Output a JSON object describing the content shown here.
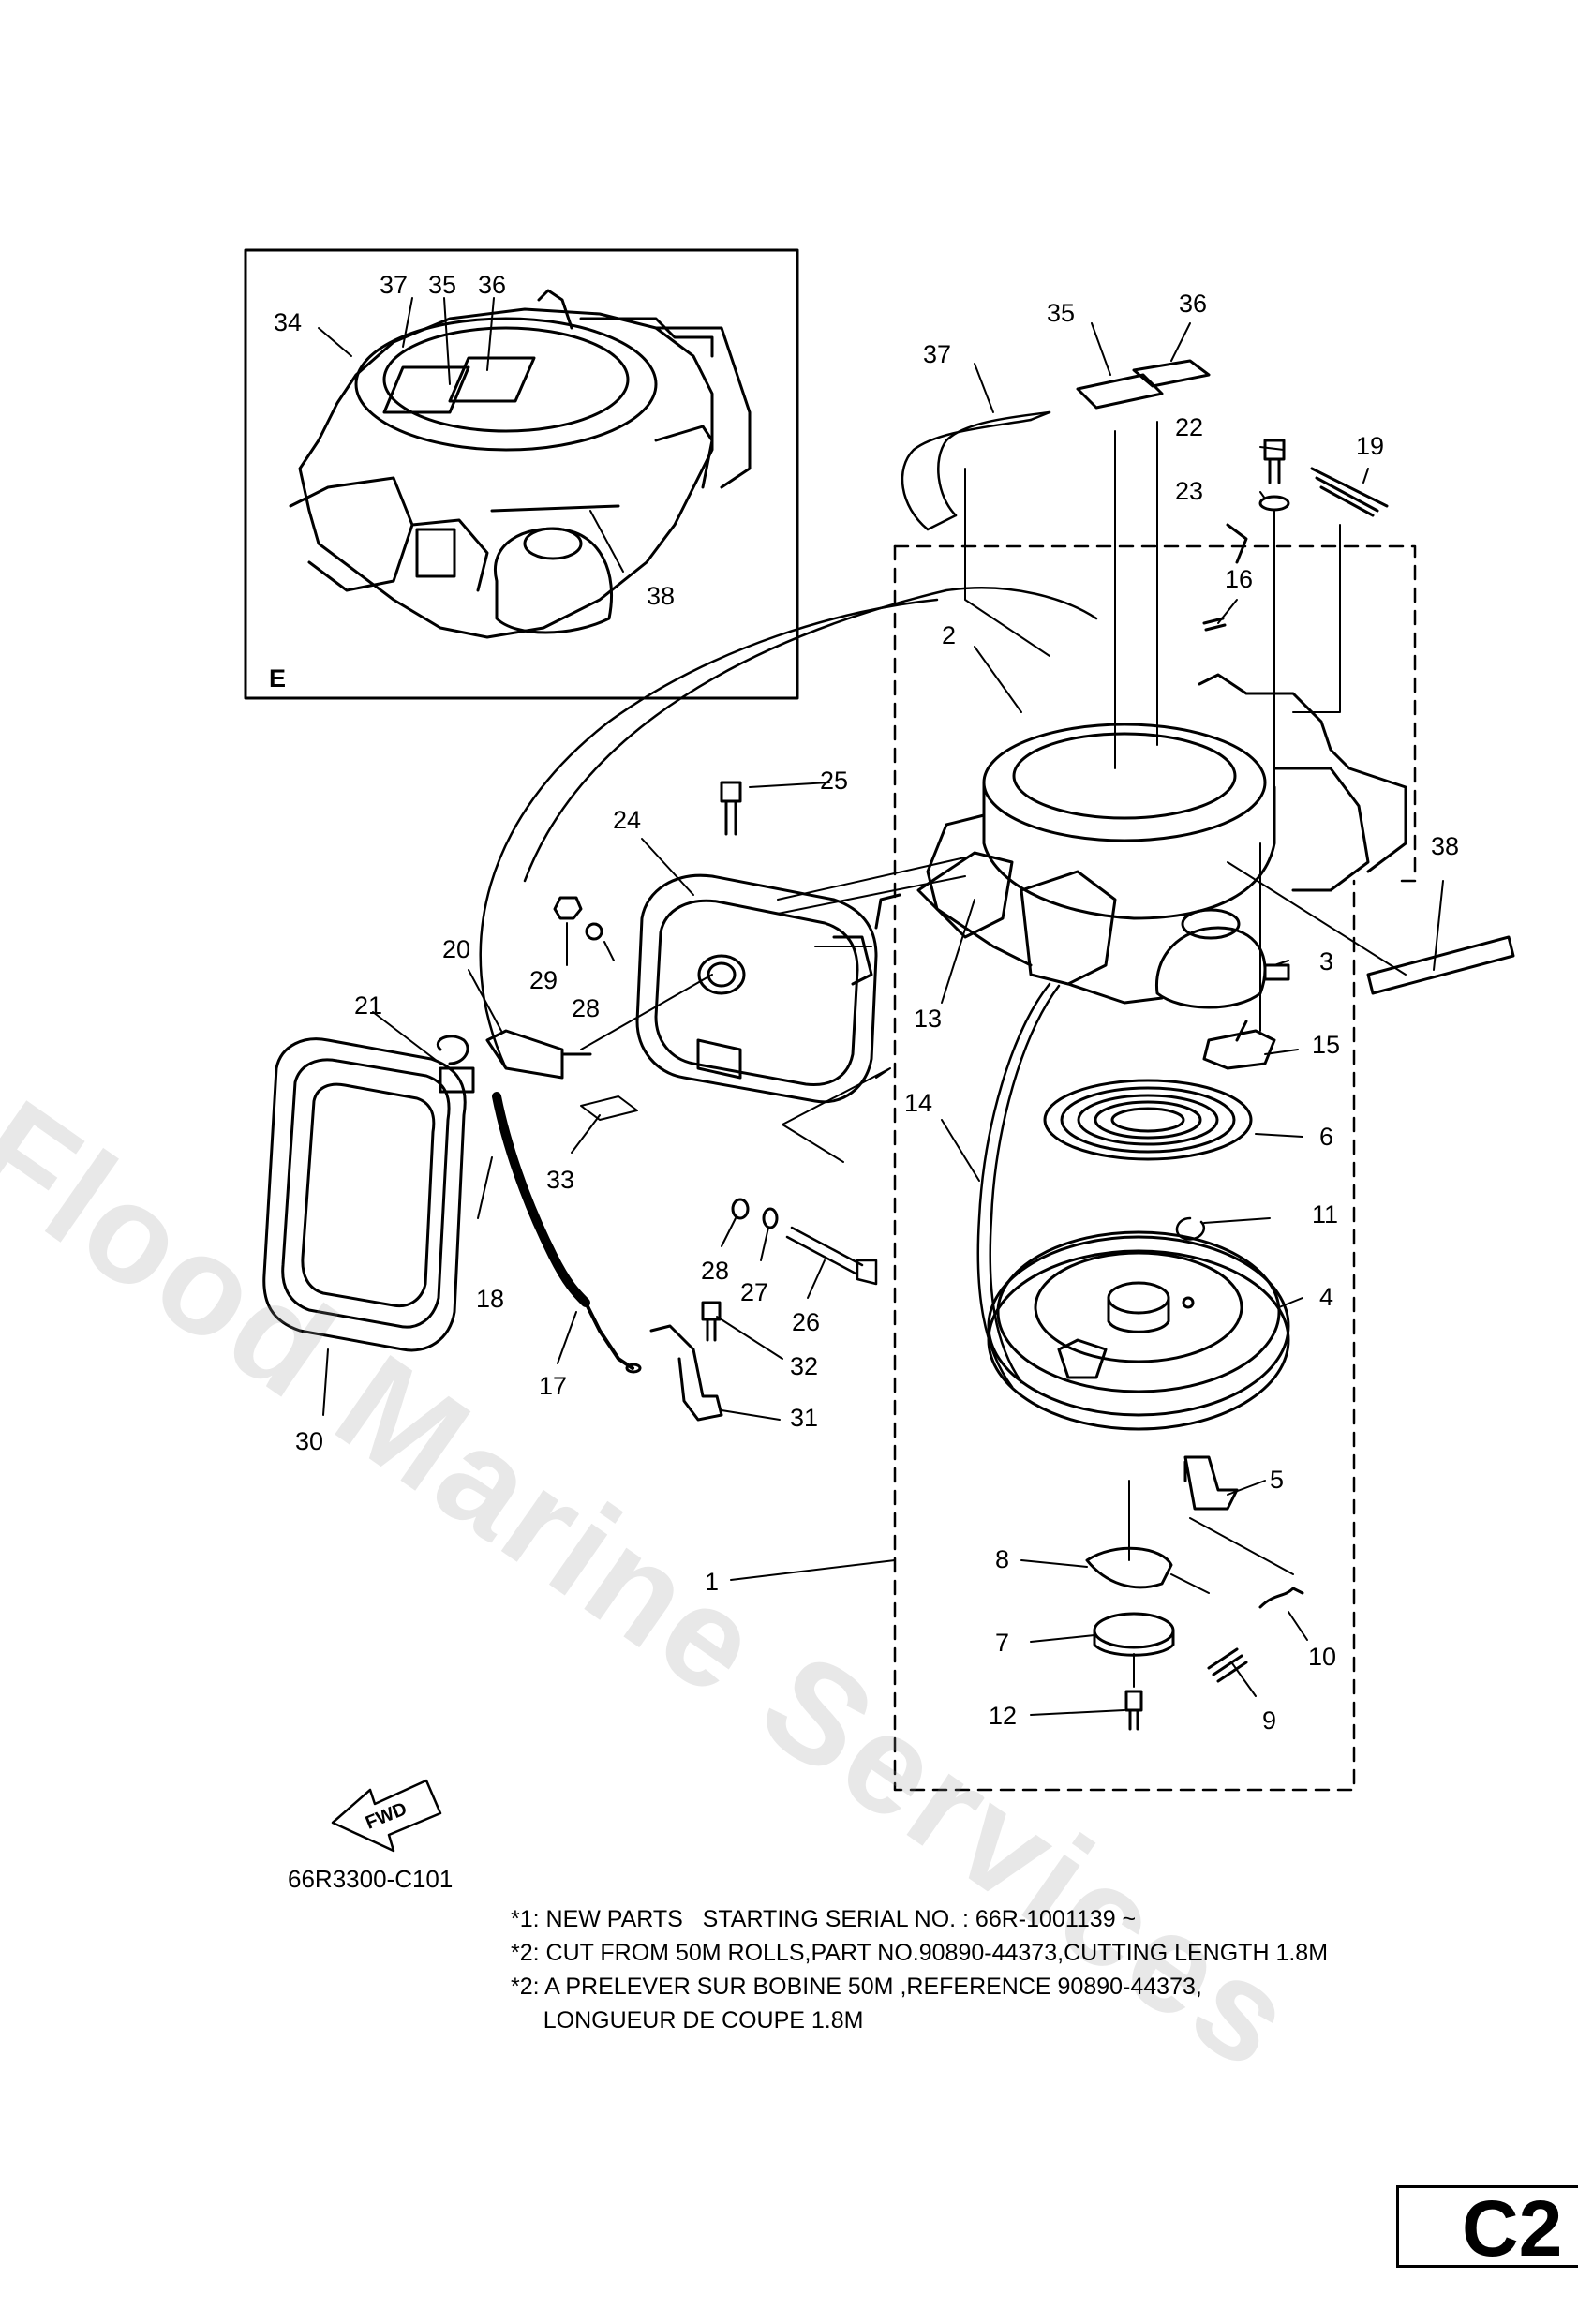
{
  "watermark": "Flood Marine Services",
  "inset": {
    "label": "E"
  },
  "callouts": {
    "c1": "1",
    "c2": "2",
    "c3": "3",
    "c4": "4",
    "c5": "5",
    "c6": "6",
    "c7": "7",
    "c8": "8",
    "c9": "9",
    "c10": "10",
    "c11": "11",
    "c12": "12",
    "c13": "13",
    "c14": "14",
    "c15": "15",
    "c16": "16",
    "c17": "17",
    "c18": "18",
    "c19": "19",
    "c20": "20",
    "c21": "21",
    "c22": "22",
    "c23": "23",
    "c24": "24",
    "c25": "25",
    "c26": "26",
    "c27": "27",
    "c28": "28",
    "c29": "29",
    "c30": "30",
    "c31": "31",
    "c32": "32",
    "c33": "33",
    "c34": "34",
    "c35": "35",
    "c36": "36",
    "c37": "37",
    "c38": "38"
  },
  "fwd_label": "FWD",
  "ref_code": "66R3300-C101",
  "notes": [
    "*1: NEW PARTS   STARTING SERIAL NO. : 66R-1001139 ~",
    "*2: CUT FROM 50M ROLLS,PART NO.90890-44373,CUTTING LENGTH 1.8M",
    "*2: A PRELEVER SUR BOBINE 50M ,REFERENCE 90890-44373,",
    "     LONGUEUR DE COUPE 1.8M"
  ],
  "page_code": "C2"
}
